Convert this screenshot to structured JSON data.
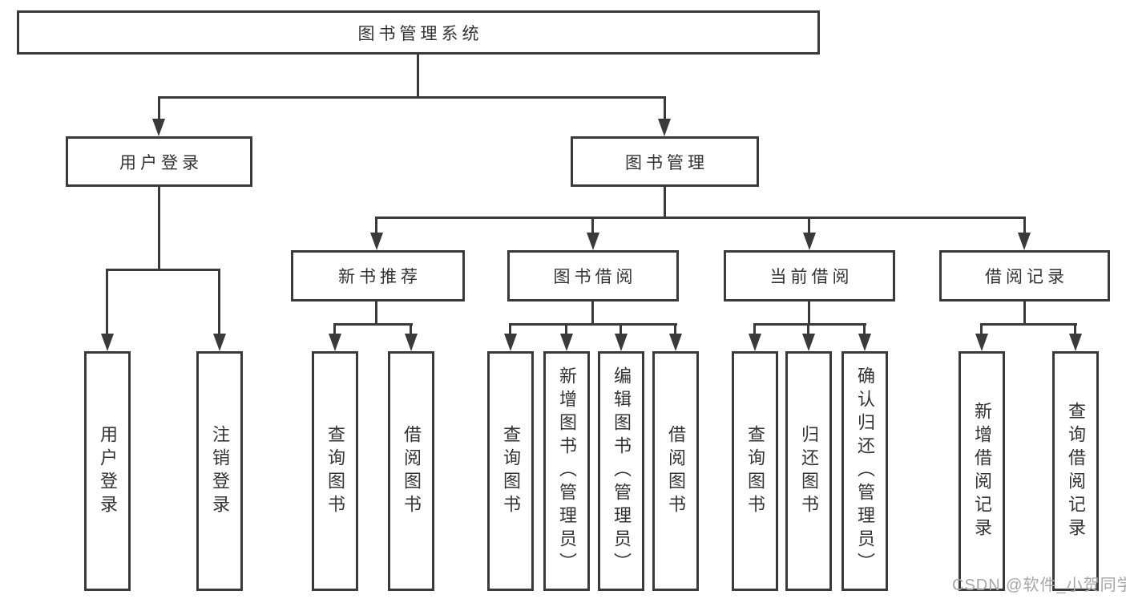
{
  "diagram": {
    "root": {
      "label": "图书管理系统"
    },
    "branches": [
      {
        "label": "用户登录",
        "children": [
          {
            "label": "用户登录"
          },
          {
            "label": "注销登录"
          }
        ]
      },
      {
        "label": "图书管理",
        "groups": [
          {
            "label": "新书推荐",
            "children": [
              {
                "label": "查询图书"
              },
              {
                "label": "借阅图书"
              }
            ]
          },
          {
            "label": "图书借阅",
            "children": [
              {
                "label": "查询图书"
              },
              {
                "label": "新增图书（管理员）"
              },
              {
                "label": "编辑图书（管理员）"
              },
              {
                "label": "借阅图书"
              }
            ]
          },
          {
            "label": "当前借阅",
            "children": [
              {
                "label": "查询图书"
              },
              {
                "label": "归还图书"
              },
              {
                "label": "确认归还（管理员）"
              }
            ]
          },
          {
            "label": "借阅记录",
            "children": [
              {
                "label": "新增借阅记录"
              },
              {
                "label": "查询借阅记录"
              }
            ]
          }
        ]
      }
    ]
  },
  "watermark": "CSDN @软件_小贺同学",
  "colors": {
    "line": "#3a3a3a",
    "text": "#333333",
    "background": "#ffffff",
    "watermark": "#a6a6a6"
  }
}
